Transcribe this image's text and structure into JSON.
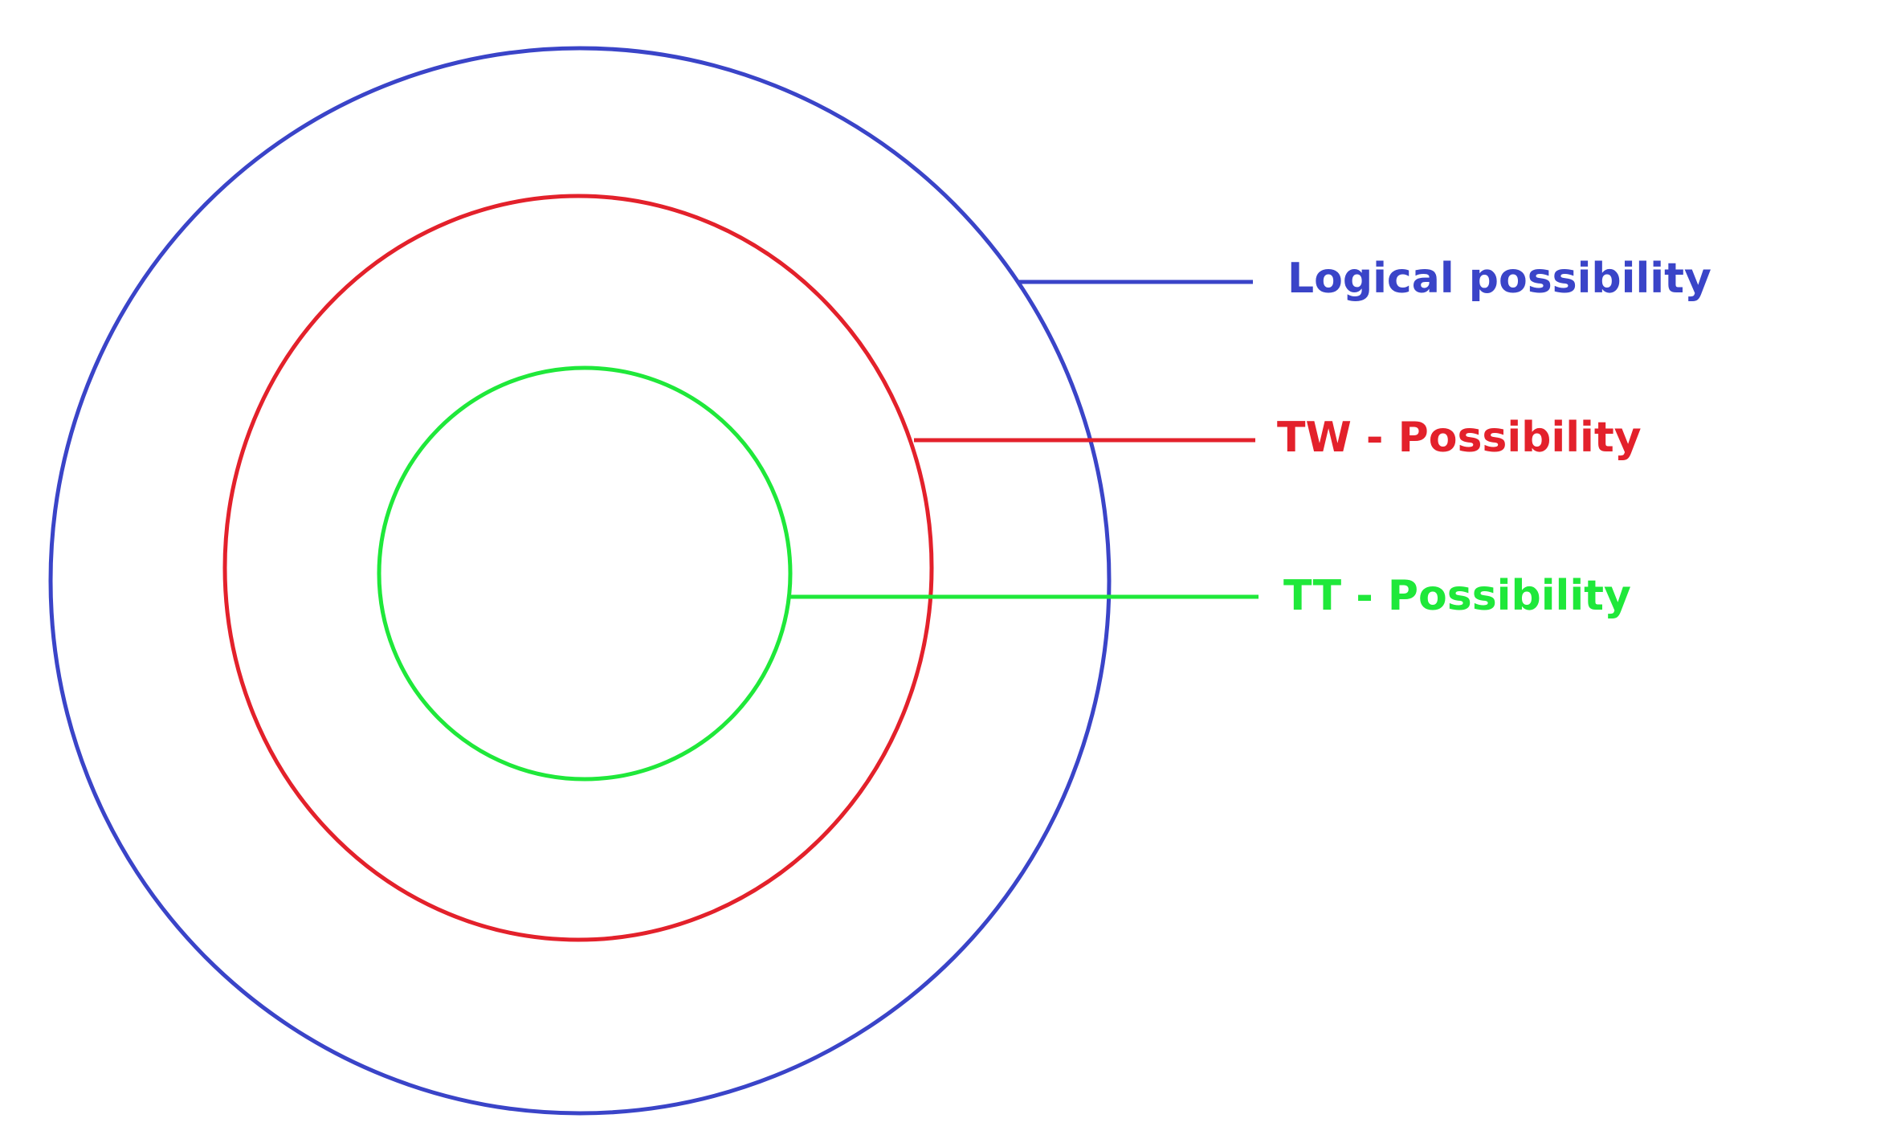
{
  "diagram": {
    "type": "nested-circles",
    "colors": {
      "logical": "#3a44c8",
      "tw": "#e3212b",
      "tt": "#1fe83a"
    },
    "labels": {
      "logical": "Logical possibility",
      "tw": "TW - Possibility",
      "tt": "TT - Possibility"
    }
  }
}
